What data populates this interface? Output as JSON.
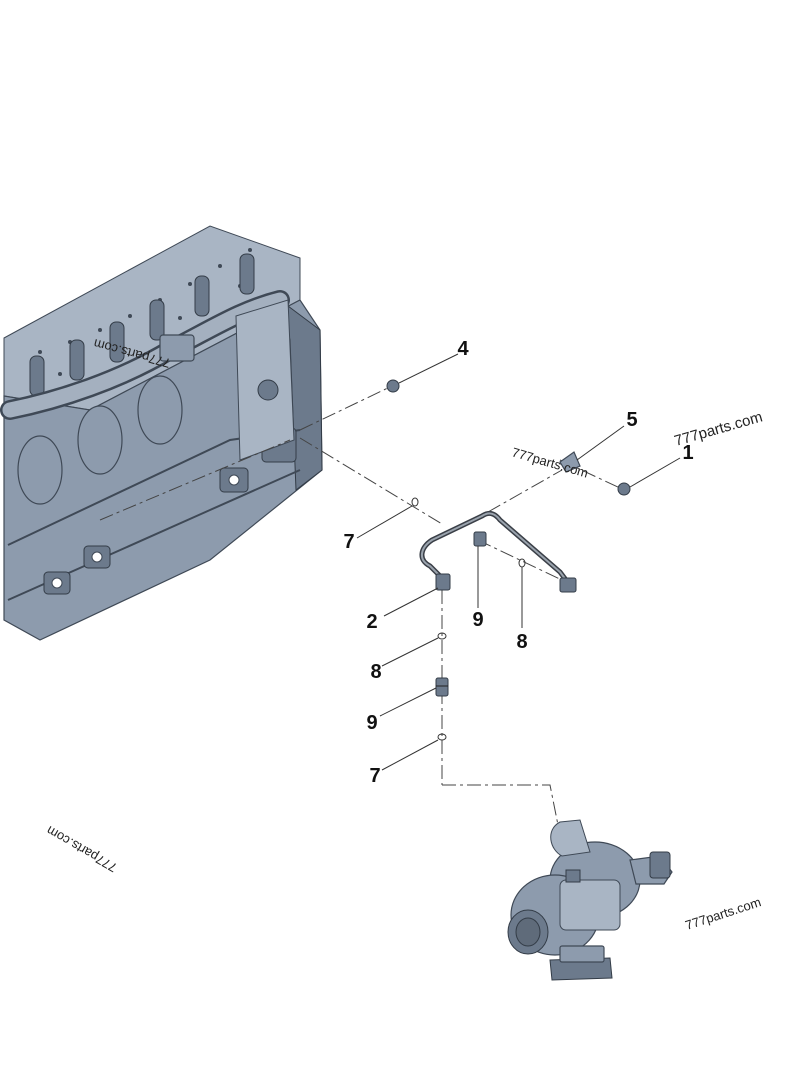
{
  "callouts": [
    {
      "id": "c4",
      "label": "4"
    },
    {
      "id": "c5",
      "label": "5"
    },
    {
      "id": "c1",
      "label": "1"
    },
    {
      "id": "c7a",
      "label": "7"
    },
    {
      "id": "c2",
      "label": "2"
    },
    {
      "id": "c9a",
      "label": "9"
    },
    {
      "id": "c8a",
      "label": "8"
    },
    {
      "id": "c8b",
      "label": "8"
    },
    {
      "id": "c9b",
      "label": "9"
    },
    {
      "id": "c7b",
      "label": "7"
    }
  ],
  "watermarks": [
    "777parts.com",
    "777parts.com",
    "777parts.com",
    "777parts.com",
    "777parts.com"
  ],
  "colors": {
    "metal": "#8d9bad",
    "outline": "#3f4956",
    "tube": "#3a3f47"
  }
}
